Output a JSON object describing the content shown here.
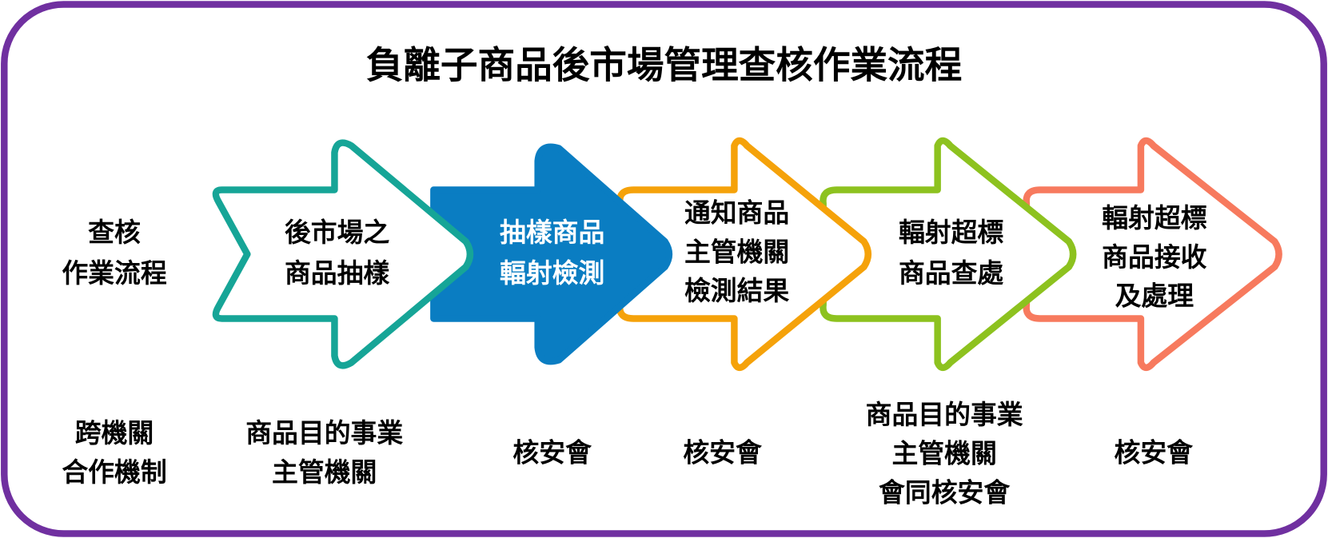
{
  "title": "負離子商品後市場管理查核作業流程",
  "colors": {
    "frame": "#7030a0",
    "step1": "#16a597",
    "step2": "#0a7dc2",
    "step3": "#f5a20a",
    "step4": "#8dc21f",
    "step5": "#f77a5e"
  },
  "rows": {
    "process_label": [
      "查核",
      "作業流程"
    ],
    "agency_label": [
      "跨機關",
      "合作機制"
    ]
  },
  "steps": [
    {
      "lines": [
        "後市場之",
        "商品抽樣"
      ],
      "agency": [
        "商品目的事業",
        "主管機關"
      ]
    },
    {
      "lines": [
        "抽樣商品",
        "輻射檢測"
      ],
      "agency": [
        "核安會"
      ]
    },
    {
      "lines": [
        "通知商品",
        "主管機關",
        "檢測結果"
      ],
      "agency": [
        "核安會"
      ]
    },
    {
      "lines": [
        "輻射超標",
        "商品查處"
      ],
      "agency": [
        "商品目的事業",
        "主管機關",
        "會同核安會"
      ]
    },
    {
      "lines": [
        "輻射超標",
        "商品接收",
        "及處理"
      ],
      "agency": [
        "核安會"
      ]
    }
  ]
}
